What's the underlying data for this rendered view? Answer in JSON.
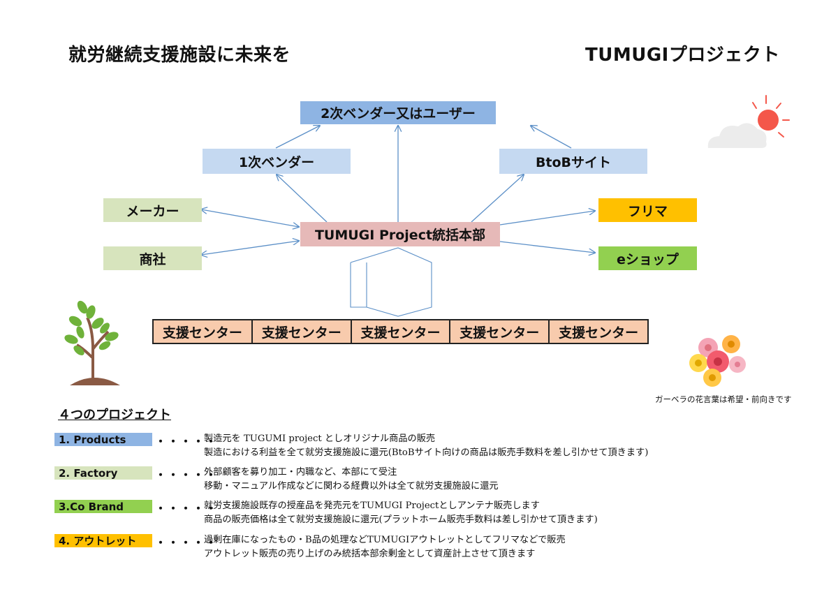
{
  "header": {
    "left_title": "就労継続支援施設に未来を",
    "right_title": "TUMUGIプロジェクト"
  },
  "diagram": {
    "top": "2次ベンダー又はユーザー",
    "vendor1": "1次ベンダー",
    "btob": "BtoBサイト",
    "maker": "メーカー",
    "trading": "商社",
    "hq": "TUMUGI Project統括本部",
    "flea": "フリマ",
    "eshop": "eショップ",
    "centers": [
      "支援センター",
      "支援センター",
      "支援センター",
      "支援センター",
      "支援センター"
    ],
    "colors": {
      "top": "#8eb4e3",
      "vendor": "#c5d9f1",
      "green_light": "#d7e4bd",
      "hq": "#e6b9b8",
      "orange": "#ffc000",
      "green": "#92d050",
      "center": "#f8cbad",
      "arrow": "#5b8fc7"
    }
  },
  "caption": "ガーベラの花言葉は希望・前向きです",
  "projects_heading": "４つのプロジェクト",
  "projects": [
    {
      "tag": "1.  Products",
      "color": "#8eb4e3",
      "dots": "・・・・・",
      "line1": "製造元を TUGUMI project としオリジナル商品の販売",
      "line2": "製造における利益を全て就労支援施設に還元(BtoBサイト向けの商品は販売手数料を差し引かせて頂きます)"
    },
    {
      "tag": "2.  Factory",
      "color": "#d7e4bd",
      "dots": "・・・・・",
      "line1": "外部顧客を募り加工・内職など、本部にて受注",
      "line2": "移動・マニュアル作成などに関わる経費以外は全て就労支援施設に還元"
    },
    {
      "tag": "3.Co Brand",
      "color": "#92d050",
      "dots": "・・・・・",
      "line1": "就労支援施設既存の授産品を発売元をTUMUGI Projectとしアンテナ販売します",
      "line2": "商品の販売価格は全て就労支援施設に還元(プラットホーム販売手数料は差し引かせて頂きます)"
    },
    {
      "tag": "4.  アウトレット",
      "color": "#ffc000",
      "dots": "・・・・・",
      "line1": "過剰在庫になったもの・B品の処理などTUMUGIアウトレットとしてフリマなどで販売",
      "line2": "アウトレット販売の売り上げのみ統括本部余剰金として資産計上させて頂きます"
    }
  ]
}
